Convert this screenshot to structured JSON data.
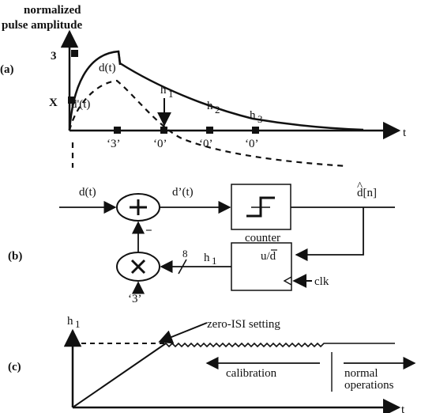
{
  "panel_a": {
    "label": "(a)",
    "ylabel_line1": "normalized",
    "ylabel_line2": "pulse amplitude",
    "tick_3": "3",
    "tick_x": "X",
    "curve_d": "d(t)",
    "curve_dprime": "d'(t)",
    "h1": "h",
    "h1_sub": "1",
    "h2": "h",
    "h2_sub": "2",
    "h3": "h",
    "h3_sub": "3",
    "sample_1": "‘3’",
    "sample_2": "‘0’",
    "sample_3": "‘0’",
    "sample_4": "‘0’",
    "xlabel": "t"
  },
  "panel_b": {
    "label": "(b)",
    "input": "d(t)",
    "sum_out": "d’(t)",
    "output_hat": "^",
    "output": "d[n]",
    "minus": "−",
    "counter_title": "counter",
    "counter_ud": "u/d",
    "clk": "clk",
    "bus_width": "8",
    "feedback": "h",
    "feedback_sub": "1",
    "mult_in": "‘3’"
  },
  "panel_c": {
    "label": "(c)",
    "ylabel": "h",
    "ylabel_sub": "1",
    "annotation": "zero-ISI setting",
    "calibration": "calibration",
    "normal1": "normal",
    "normal2": "operations",
    "xlabel": "t"
  }
}
